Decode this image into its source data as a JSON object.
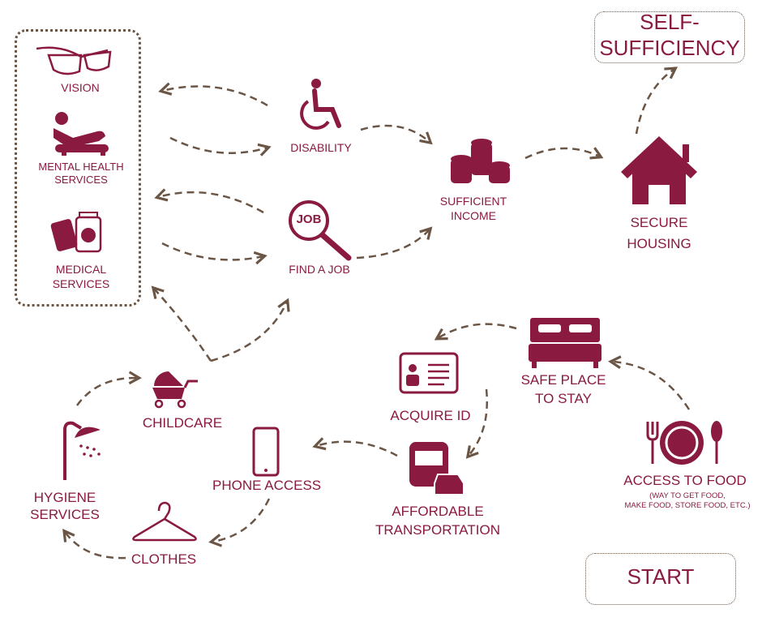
{
  "colors": {
    "icon": "#8a1a40",
    "arrow": "#6b5545"
  },
  "nodes": {
    "vision": "VISION",
    "mental_health": [
      "MENTAL HEALTH",
      "SERVICES"
    ],
    "medical": [
      "MEDICAL",
      "SERVICES"
    ],
    "disability": "DISABILITY",
    "find_job": "FIND A JOB",
    "job_icon_text": "JOB",
    "income": [
      "SUFFICIENT",
      "INCOME"
    ],
    "housing": [
      "SECURE",
      "HOUSING"
    ],
    "self_sufficiency": [
      "SELF-",
      "SUFFICIENCY"
    ],
    "safe_place": [
      "SAFE PLACE",
      "TO STAY"
    ],
    "acquire_id": "ACQUIRE ID",
    "transportation": [
      "AFFORDABLE",
      "TRANSPORTATION"
    ],
    "food": "ACCESS TO FOOD",
    "food_note": [
      "(WAY TO GET FOOD,",
      "MAKE FOOD, STORE FOOD, ETC.)"
    ],
    "phone": "PHONE ACCESS",
    "childcare": "CHILDCARE",
    "hygiene": [
      "HYGIENE",
      "SERVICES"
    ],
    "clothes": "CLOTHES",
    "start": "START"
  }
}
